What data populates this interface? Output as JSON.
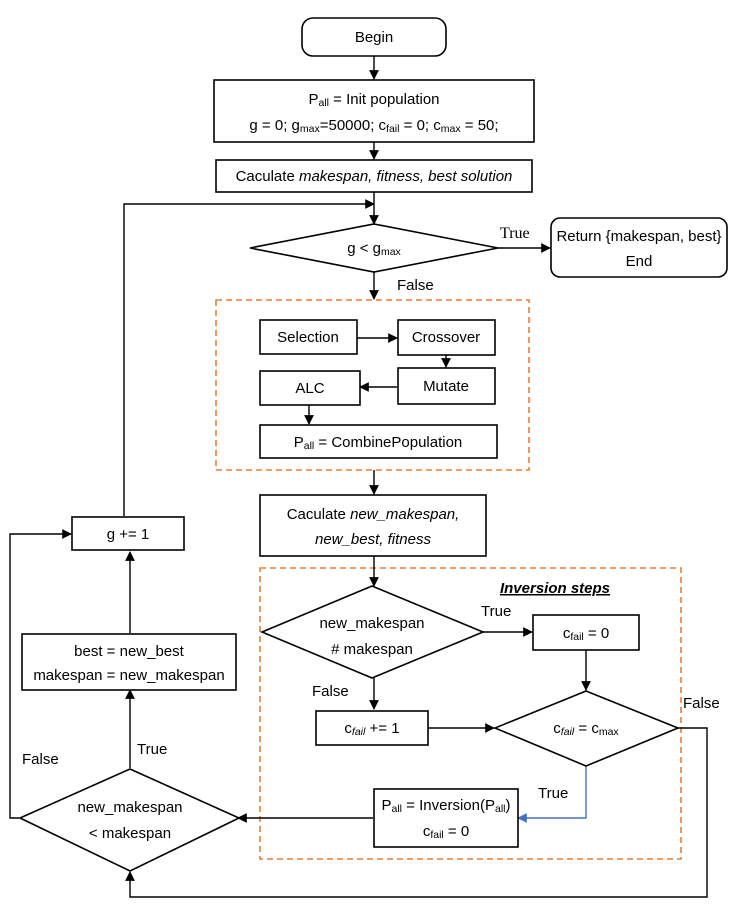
{
  "nodes": {
    "begin": "Begin",
    "init": {
      "line1_prefix": "P",
      "line1_sub": "all",
      "line1_rest": " = Init population",
      "g_part": "g = 0; g",
      "gmax_sub": "max",
      "gmax_val": "=50000; c",
      "cfail_sub": "fail",
      "cfail_val": " = 0; c",
      "cmax_sub": "max",
      "cmax_val": " = 50;"
    },
    "calc1": {
      "prefix": "Caculate ",
      "italic": "makespan, fitness, best solution"
    },
    "cond1": {
      "prefix": "g < g",
      "sub": "max"
    },
    "return": {
      "line1": "Return {makespan, best}",
      "line2": "End"
    },
    "selection": "Selection",
    "crossover": "Crossover",
    "mutate": "Mutate",
    "alc": "ALC",
    "combine": {
      "prefix": "P",
      "sub": "all",
      "rest": " = CombinePopulation"
    },
    "calc2": {
      "prefix": "Caculate ",
      "italic1": "new_makespan,",
      "italic2": "new_best, fitness"
    },
    "inversion_title": "Inversion steps",
    "cond2": {
      "line1": "new_makespan",
      "line2": "# makespan"
    },
    "cfail0": {
      "prefix": "c",
      "sub": "fail",
      "rest": " = 0"
    },
    "cfailinc": {
      "prefix": "c",
      "sub": "fail",
      "rest": " += 1"
    },
    "cond3": {
      "prefix": "c",
      "sub": "fail",
      "mid": " = c",
      "sub2": "max"
    },
    "inversion": {
      "p": "P",
      "p_sub": "all",
      "mid": " = Inversion(P",
      "p2_sub": "all",
      "end": ")",
      "c": "c",
      "c_sub": "fail",
      "c_rest": " = 0"
    },
    "cond4": {
      "line1": "new_makespan",
      "line2": "< makespan"
    },
    "update": {
      "line1": "best = new_best",
      "line2": "makespan = new_makespan"
    },
    "ginc": "g += 1"
  },
  "labels": {
    "true_return": "True",
    "false_main": "False",
    "true_cond2": "True",
    "false_cond2": "False",
    "false_cond3": "False",
    "true_cond3": "True",
    "true_cond4": "True",
    "false_cond4": "False"
  }
}
